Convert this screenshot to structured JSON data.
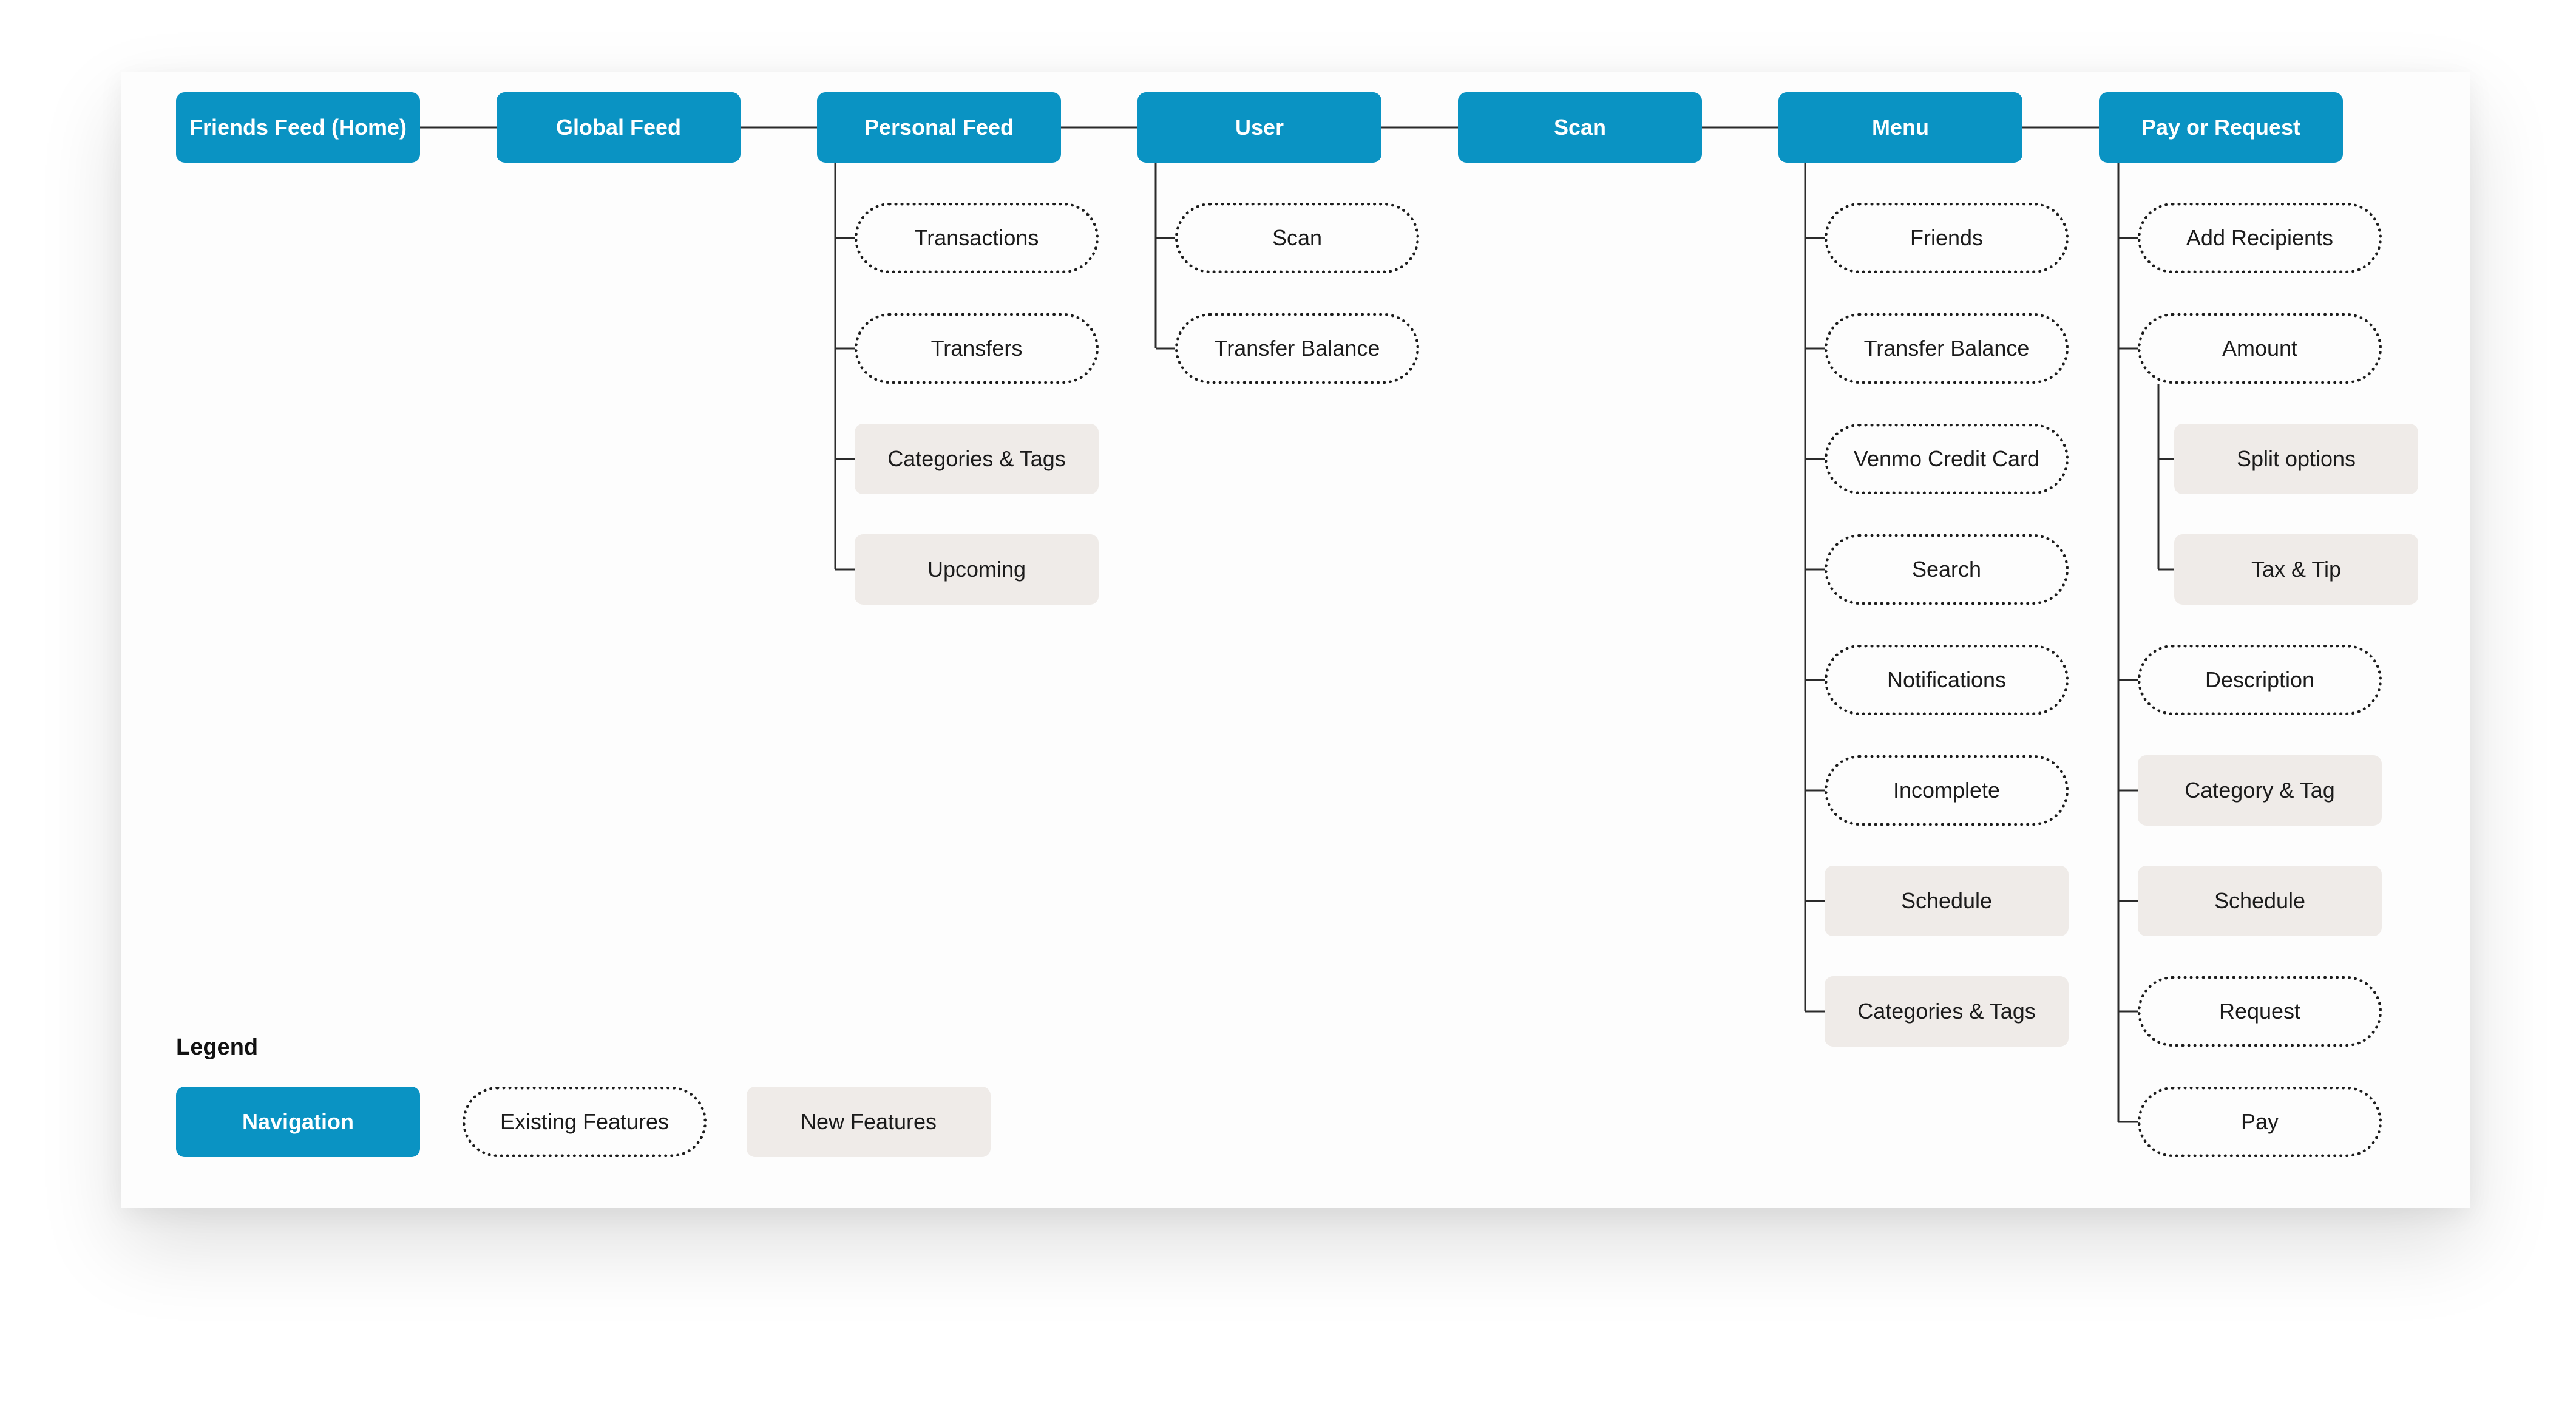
{
  "nav_items": [
    {
      "id": "friends_feed",
      "label": "Friends Feed (Home)"
    },
    {
      "id": "global_feed",
      "label": "Global Feed"
    },
    {
      "id": "personal_feed",
      "label": "Personal Feed"
    },
    {
      "id": "user",
      "label": "User"
    },
    {
      "id": "scan",
      "label": "Scan"
    },
    {
      "id": "menu",
      "label": "Menu"
    },
    {
      "id": "pay_or_request",
      "label": "Pay or Request"
    }
  ],
  "personal_feed_children": [
    {
      "label": "Transactions",
      "kind": "existing"
    },
    {
      "label": "Transfers",
      "kind": "existing"
    },
    {
      "label": "Categories & Tags",
      "kind": "new"
    },
    {
      "label": "Upcoming",
      "kind": "new"
    }
  ],
  "user_children": [
    {
      "label": "Scan",
      "kind": "existing"
    },
    {
      "label": "Transfer Balance",
      "kind": "existing"
    }
  ],
  "menu_children": [
    {
      "label": "Friends",
      "kind": "existing"
    },
    {
      "label": "Transfer Balance",
      "kind": "existing"
    },
    {
      "label": "Venmo Credit Card",
      "kind": "existing"
    },
    {
      "label": "Search",
      "kind": "existing"
    },
    {
      "label": "Notifications",
      "kind": "existing"
    },
    {
      "label": "Incomplete",
      "kind": "existing"
    },
    {
      "label": "Schedule",
      "kind": "new"
    },
    {
      "label": "Categories & Tags",
      "kind": "new"
    }
  ],
  "pay_children": [
    {
      "label": "Add Recipients",
      "kind": "existing"
    },
    {
      "label": "Amount",
      "kind": "existing"
    },
    {
      "label": "Description",
      "kind": "existing"
    },
    {
      "label": "Category & Tag",
      "kind": "new"
    },
    {
      "label": "Schedule",
      "kind": "new"
    },
    {
      "label": "Request",
      "kind": "existing"
    },
    {
      "label": "Pay",
      "kind": "existing"
    }
  ],
  "amount_children": [
    {
      "label": "Split options",
      "kind": "new"
    },
    {
      "label": "Tax & Tip",
      "kind": "new"
    }
  ],
  "legend": {
    "title": "Legend",
    "navigation": "Navigation",
    "existing": "Existing Features",
    "new": "New Features"
  },
  "colors": {
    "navigation": "#0a93c3",
    "new_feature_fill": "#efebe8",
    "line": "#2b2b2b"
  }
}
